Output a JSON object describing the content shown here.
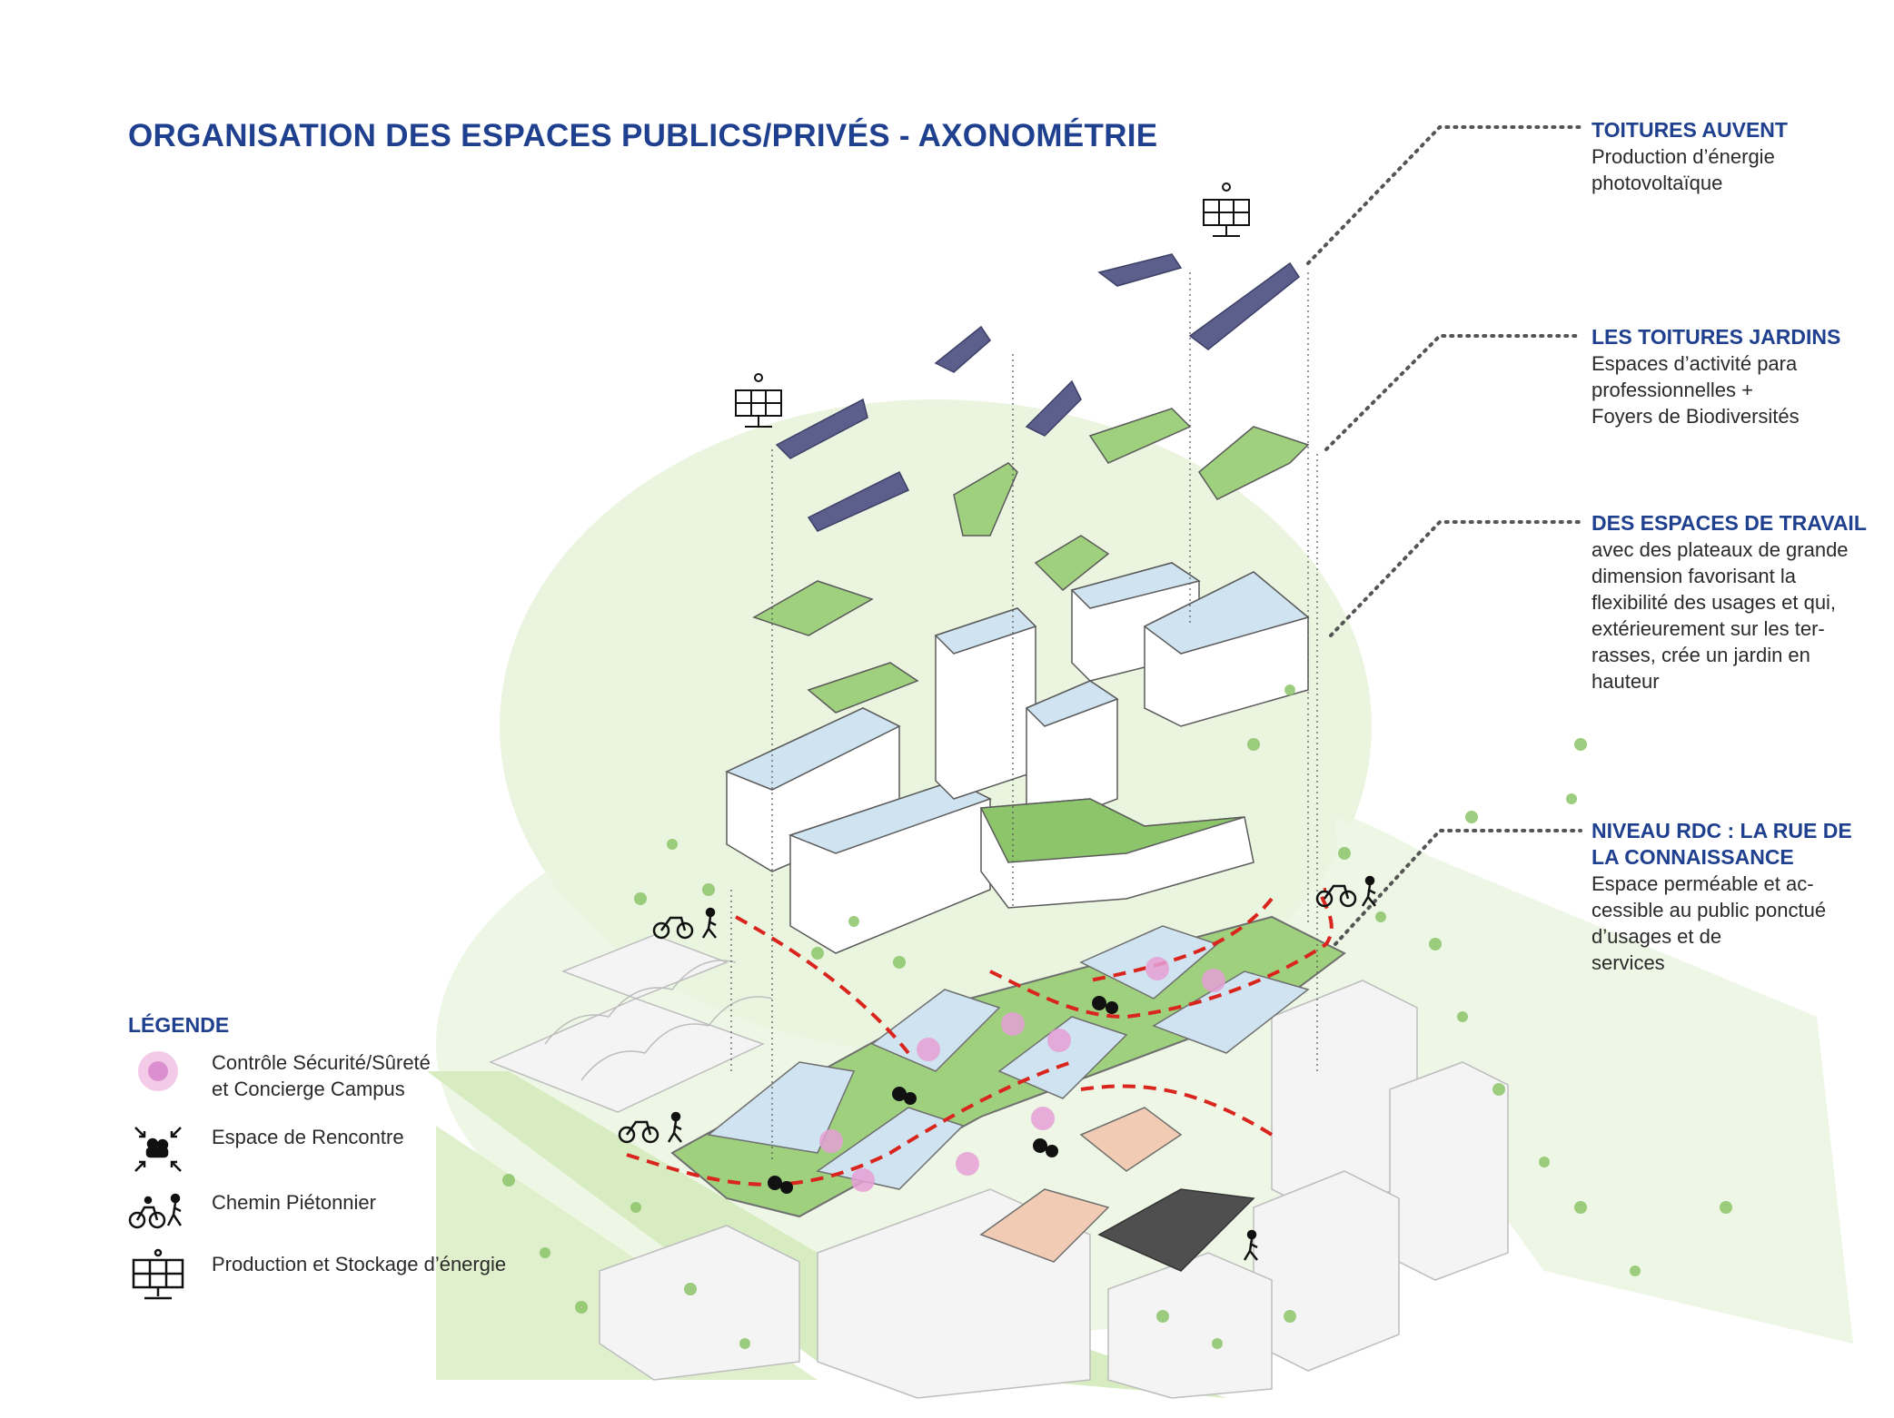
{
  "title": "ORGANISATION DES ESPACES PUBLICS/PRIVÉS - AXONOMÉTRIE",
  "callouts": [
    {
      "heading": "TOITURES AUVENT",
      "body": "Production d’énergie\nphotovoltaïque"
    },
    {
      "heading": "LES TOITURES JARDINS",
      "body": "Espaces d’activité para\nprofessionnelles +\nFoyers de Biodiversités"
    },
    {
      "heading": "DES ESPACES DE TRAVAIL",
      "body": "avec des plateaux de grande\ndimension favorisant la\nflexibilité des usages et qui,\nextérieurement sur les ter-\nrasses, crée un jardin en\nhauteur"
    },
    {
      "heading": "NIVEAU RDC : LA RUE DE\nLA CONNAISSANCE",
      "body": "Espace perméable et ac-\ncessible au public ponctué\nd’usages et de\nservices"
    }
  ],
  "legend": {
    "heading": "LÉGENDE",
    "items": [
      {
        "label": "Contrôle Sécurité/Sûreté\net Concierge Campus",
        "icon": "security-point-icon"
      },
      {
        "label": "Espace de Rencontre",
        "icon": "meeting-space-icon"
      },
      {
        "label": "Chemin Piétonnier",
        "icon": "bike-pedestrian-icon"
      },
      {
        "label": "Production et Stockage d’énergie",
        "icon": "solar-panel-icon"
      }
    ]
  },
  "colors": {
    "title_blue": "#1f3f8f",
    "green_light": "#cfe8b4",
    "green_mid": "#8cc56a",
    "green_dark": "#3f8a3a",
    "solar_blue": "#5c5f8c",
    "glass_blue": "#cfe3f0",
    "path_red": "#d9251d",
    "security_pink": "#e6a0d6"
  }
}
